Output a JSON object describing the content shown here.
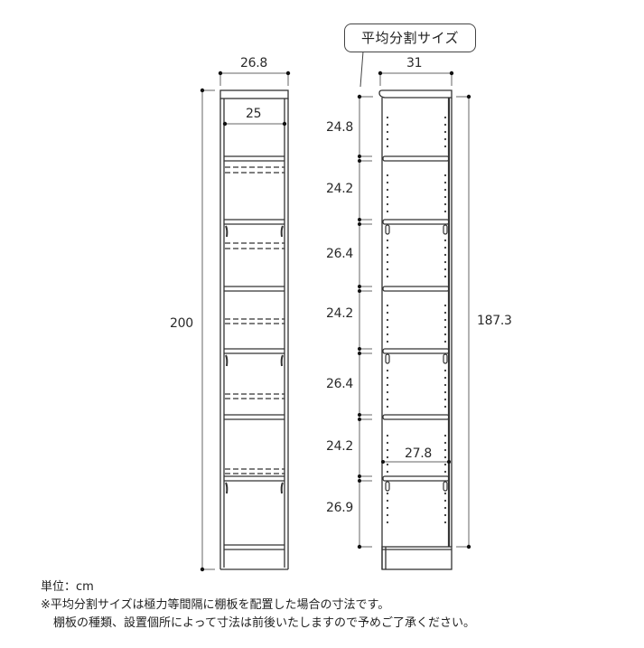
{
  "callout": {
    "label": "平均分割サイズ"
  },
  "left_shelf": {
    "outer_width_label": "26.8",
    "inner_width_label": "25",
    "height_label": "200"
  },
  "right_shelf": {
    "outer_width_label": "31",
    "height_label": "187.3",
    "shelf_width_label": "27.8",
    "compartment_heights": [
      "24.8",
      "24.2",
      "26.4",
      "24.2",
      "26.4",
      "24.2",
      "26.9"
    ]
  },
  "notes": {
    "unit": "単位：cm",
    "line1": "※平均分割サイズは極力等間隔に棚板を配置した場合の寸法です。",
    "line2": "棚板の種類、設置個所によって寸法は前後いたしますので予めご了承ください。"
  },
  "colors": {
    "line": "#333333",
    "dim_line": "#555555",
    "background": "#ffffff"
  }
}
